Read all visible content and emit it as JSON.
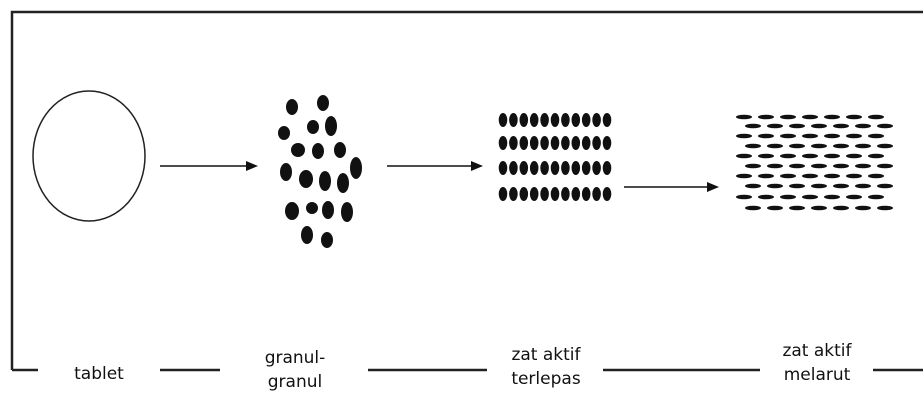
{
  "colors": {
    "ink": "#111111",
    "frame": "#222222",
    "background": "#ffffff"
  },
  "stages": [
    {
      "id": "tablet",
      "lines": [
        "tablet"
      ]
    },
    {
      "id": "granul",
      "lines": [
        "granul-",
        "granul"
      ]
    },
    {
      "id": "terlepas",
      "lines": [
        "zat aktif",
        "terlepas"
      ]
    },
    {
      "id": "melarut",
      "lines": [
        "zat aktif",
        "melarut"
      ]
    }
  ]
}
